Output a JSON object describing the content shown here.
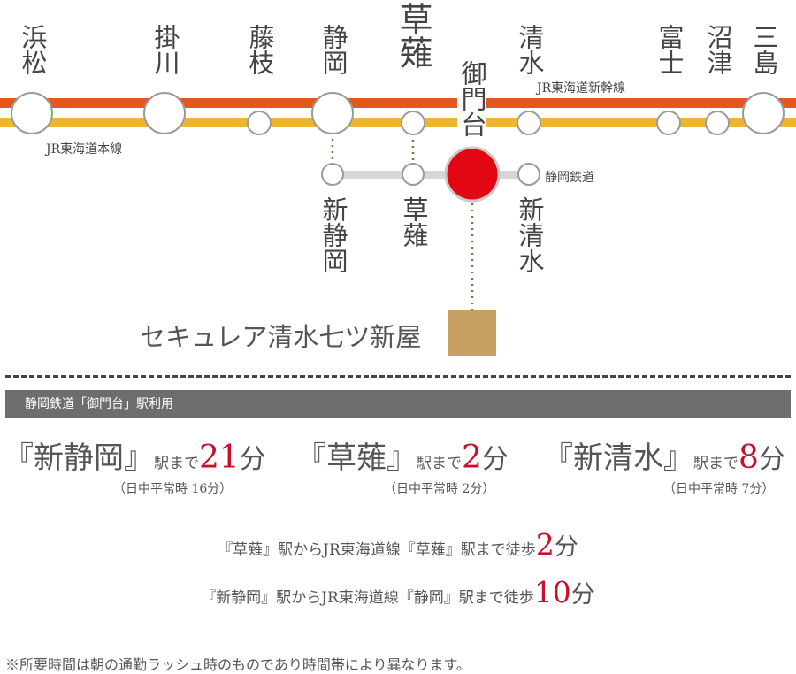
{
  "colors": {
    "shinkansen": "#e2581f",
    "honsen": "#efb431",
    "shizutetsu": "#d6d6d6",
    "highlight": "#e30613",
    "property": "#c7a064",
    "accent_text": "#c8102e",
    "bar": "#6d6d6d"
  },
  "map": {
    "top_stations": [
      "浜松",
      "掛川",
      "藤枝",
      "静岡",
      "草薙",
      "清水",
      "富士",
      "沼津",
      "三島"
    ],
    "gotenba_station": "御門台",
    "bottom_stations": [
      "新静岡",
      "草薙",
      "新清水"
    ],
    "line_labels": {
      "shinkansen": "JR東海道新幹線",
      "honsen": "JR東海道本線",
      "shizutetsu": "静岡鉄道"
    },
    "property_name": "セキュレア清水七ツ新屋"
  },
  "section_title": "静岡鉄道「御門台」駅利用",
  "destinations": [
    {
      "name": "『新静岡』",
      "suffix": "駅まで",
      "minutes": "21",
      "unit": "分",
      "note": "（日中平常時 16分）"
    },
    {
      "name": "『草薙』",
      "suffix": "駅まで",
      "minutes": "2",
      "unit": "分",
      "note": "（日中平常時 2分）"
    },
    {
      "name": "『新清水』",
      "suffix": "駅まで",
      "minutes": "8",
      "unit": "分",
      "note": "（日中平常時 7分）"
    }
  ],
  "walks": [
    {
      "text": "『草薙』駅からJR東海道線『草薙』駅まで徒歩",
      "minutes": "2",
      "unit": "分"
    },
    {
      "text": "『新静岡』駅からJR東海道線『静岡』駅まで徒歩",
      "minutes": "10",
      "unit": "分"
    }
  ],
  "footnote": "※所要時間は朝の通勤ラッシュ時のものであり時間帯により異なります。"
}
